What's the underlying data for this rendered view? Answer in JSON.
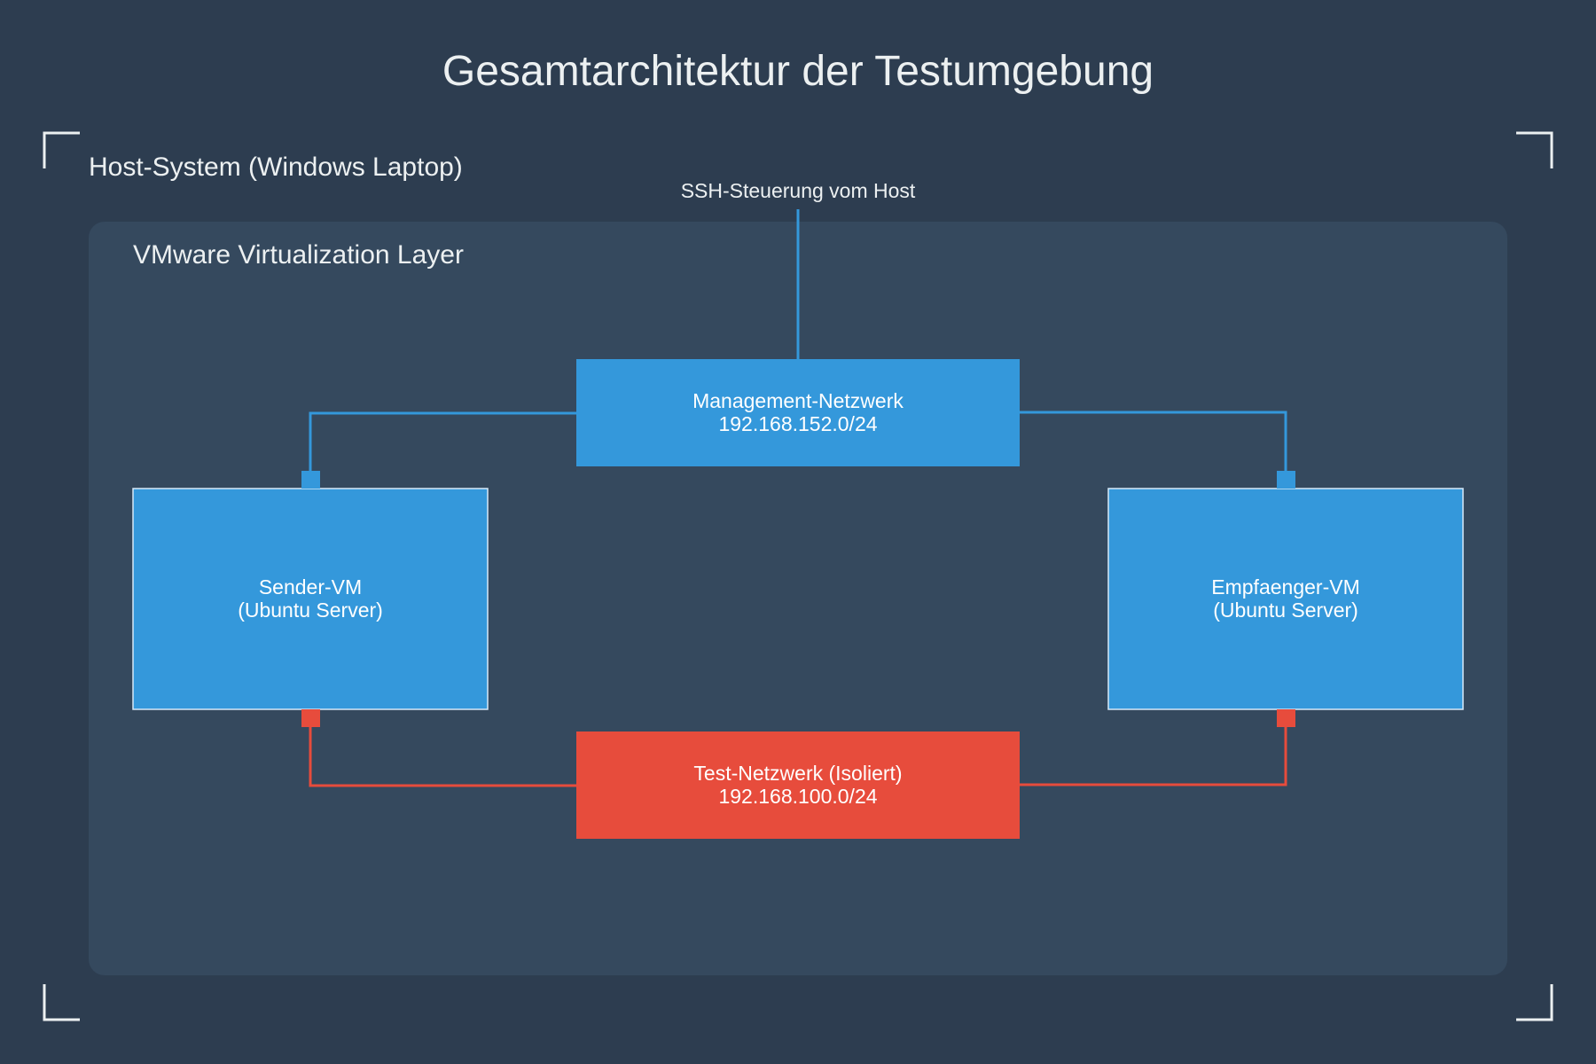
{
  "title": "Gesamtarchitektur der Testumgebung",
  "host": {
    "label": "Host-System (Windows Laptop)"
  },
  "layer": {
    "label": "VMware Virtualization Layer"
  },
  "ssh": {
    "label": "SSH-Steuerung vom Host"
  },
  "management_network": {
    "name": "Management-Netzwerk",
    "subnet": "192.168.152.0/24"
  },
  "test_network": {
    "name": "Test-Netzwerk (Isoliert)",
    "subnet": "192.168.100.0/24"
  },
  "sender_vm": {
    "name": "Sender-VM",
    "os": "(Ubuntu Server)"
  },
  "receiver_vm": {
    "name": "Empfaenger-VM",
    "os": "(Ubuntu Server)"
  },
  "colors": {
    "background": "#2d3d50",
    "layer": "#35495e",
    "management": "#3498db",
    "test": "#e74c3c",
    "text": "#ecf0f1",
    "corner": "#ecf0f1"
  }
}
